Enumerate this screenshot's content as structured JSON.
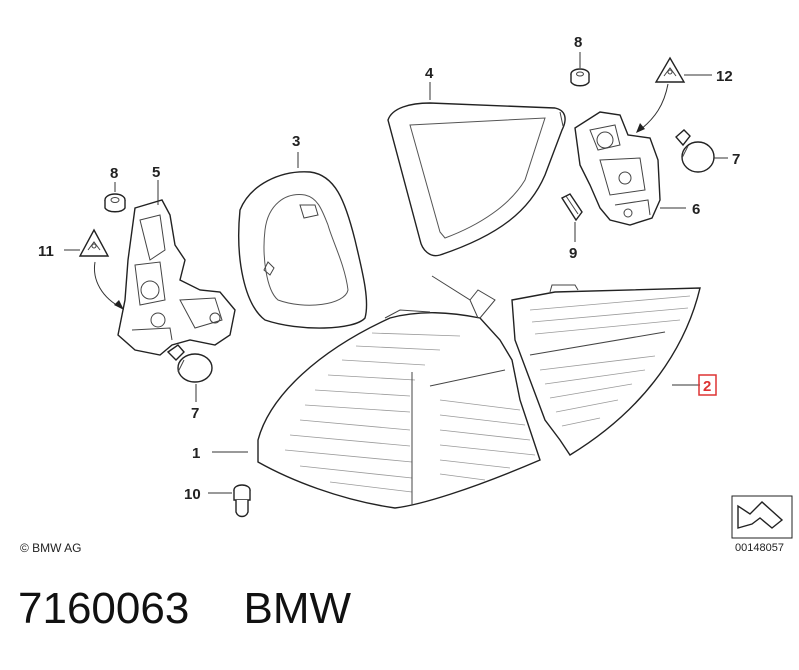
{
  "callouts": {
    "c1": "1",
    "c2": "2",
    "c3": "3",
    "c4": "4",
    "c5": "5",
    "c6": "6",
    "c7a": "7",
    "c7b": "7",
    "c8a": "8",
    "c8b": "8",
    "c9": "9",
    "c10": "10",
    "c11": "11",
    "c12": "12"
  },
  "copyright": "© BMW AG",
  "diagram_id": "00148057",
  "footer": {
    "part_number": "7160063",
    "brand": "BMW"
  },
  "colors": {
    "highlight": "#dd3333",
    "line": "#222222"
  }
}
